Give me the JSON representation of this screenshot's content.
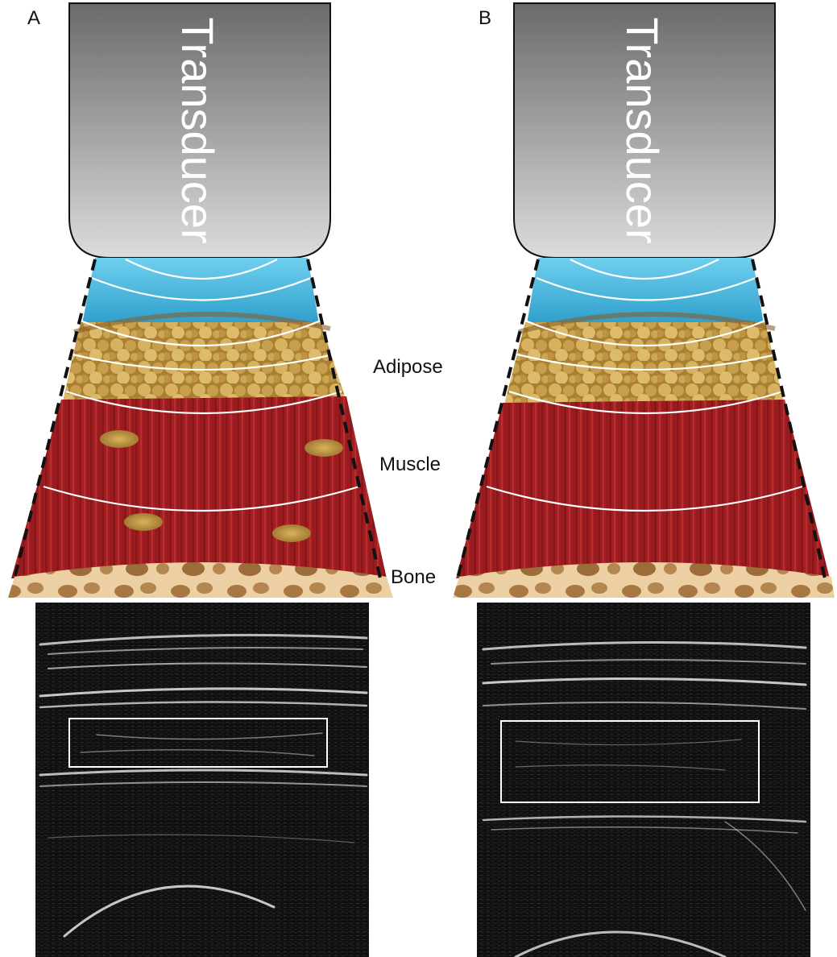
{
  "panels": [
    {
      "letter": "A",
      "transducer_label": "Transducer",
      "has_intramuscular_fat": true
    },
    {
      "letter": "B",
      "transducer_label": "Transducer",
      "has_intramuscular_fat": false
    }
  ],
  "layer_labels": {
    "adipose": "Adipose",
    "muscle": "Muscle",
    "bone": "Bone"
  },
  "colors": {
    "transducer_top": "#6e6e6e",
    "transducer_bottom": "#d9d9d9",
    "gel": "#4fb8dc",
    "adipose": "#b58a3a",
    "muscle": "#a61e22",
    "bone": "#e8c796",
    "bone_holes": "#a97845",
    "ultrasound_bg": "#0c0c0c",
    "wave_lines": "#ffffff",
    "roi_box": "#ffffff"
  }
}
